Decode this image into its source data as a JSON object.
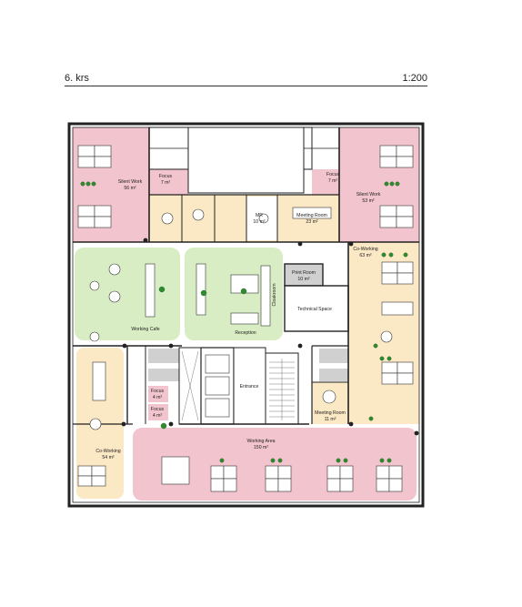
{
  "header": {
    "floor": "6. krs",
    "scale": "1:200"
  },
  "colors": {
    "pink": "#f2c4ce",
    "pink_dark": "#eea9b8",
    "yellow": "#fbe8c4",
    "green": "#d9edc4",
    "grey": "#d0d0d0",
    "white": "#ffffff",
    "wall": "#222222"
  },
  "rooms": {
    "silent_work_left": {
      "name": "Silent Work",
      "area": "56 m²"
    },
    "silent_work_right": {
      "name": "Silent Work",
      "area": "53 m²"
    },
    "focus_top_left": {
      "name": "Focus",
      "area": "7 m²"
    },
    "focus_top_right": {
      "name": "Focus",
      "area": "7 m²"
    },
    "mr_small": {
      "name": "MR",
      "area": "10 m²"
    },
    "meeting_room_top": {
      "name": "Meeting Room",
      "area": "23 m²"
    },
    "print_room": {
      "name": "Print Room",
      "area": "10 m²"
    },
    "technical_space": {
      "name": "Technical Space"
    },
    "cloakroom": {
      "name": "Cloakroom"
    },
    "working_cafe": {
      "name": "Working Cafe"
    },
    "reception": {
      "name": "Reception"
    },
    "co_working_right": {
      "name": "Co-Working",
      "area": "63 m²"
    },
    "co_working_left": {
      "name": "Co-Working",
      "area": "54 m²"
    },
    "entrance": {
      "name": "Entrance"
    },
    "focus_mid_1": {
      "name": "Focus",
      "area": "4 m²"
    },
    "focus_mid_2": {
      "name": "Focus",
      "area": "4 m²"
    },
    "meeting_room_small": {
      "name": "Meeting Room",
      "area": "11 m²"
    },
    "working_area": {
      "name": "Working Area",
      "area": "150 m²"
    }
  }
}
